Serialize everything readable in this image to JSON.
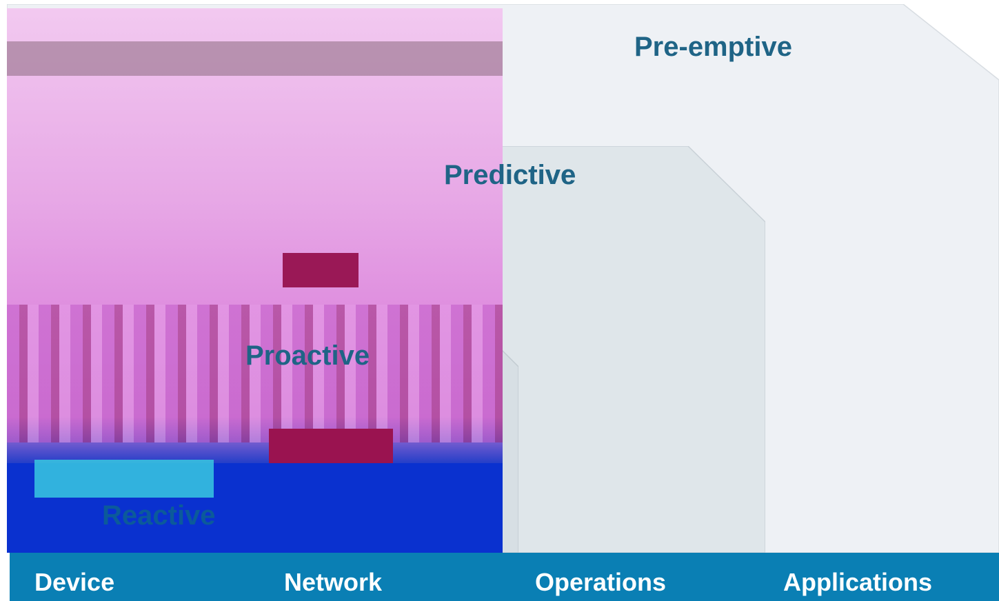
{
  "layers": {
    "preemptive": {
      "label": "Pre-emptive",
      "fill": "#eef1f5"
    },
    "predictive": {
      "label": "Predictive",
      "fill": "#dfe6ea"
    },
    "proactive": {
      "label": "Proactive",
      "fill": "#d7dfe4"
    },
    "reactive": {
      "label": "Reactive",
      "fill": "#cbd4da"
    }
  },
  "categories": {
    "device": "Device",
    "network": "Network",
    "operations": "Operations",
    "applications": "Applications"
  },
  "colors": {
    "label_text": "#1f6486",
    "bar_fill": "#0a7fb4",
    "bar_text": "#ffffff"
  }
}
